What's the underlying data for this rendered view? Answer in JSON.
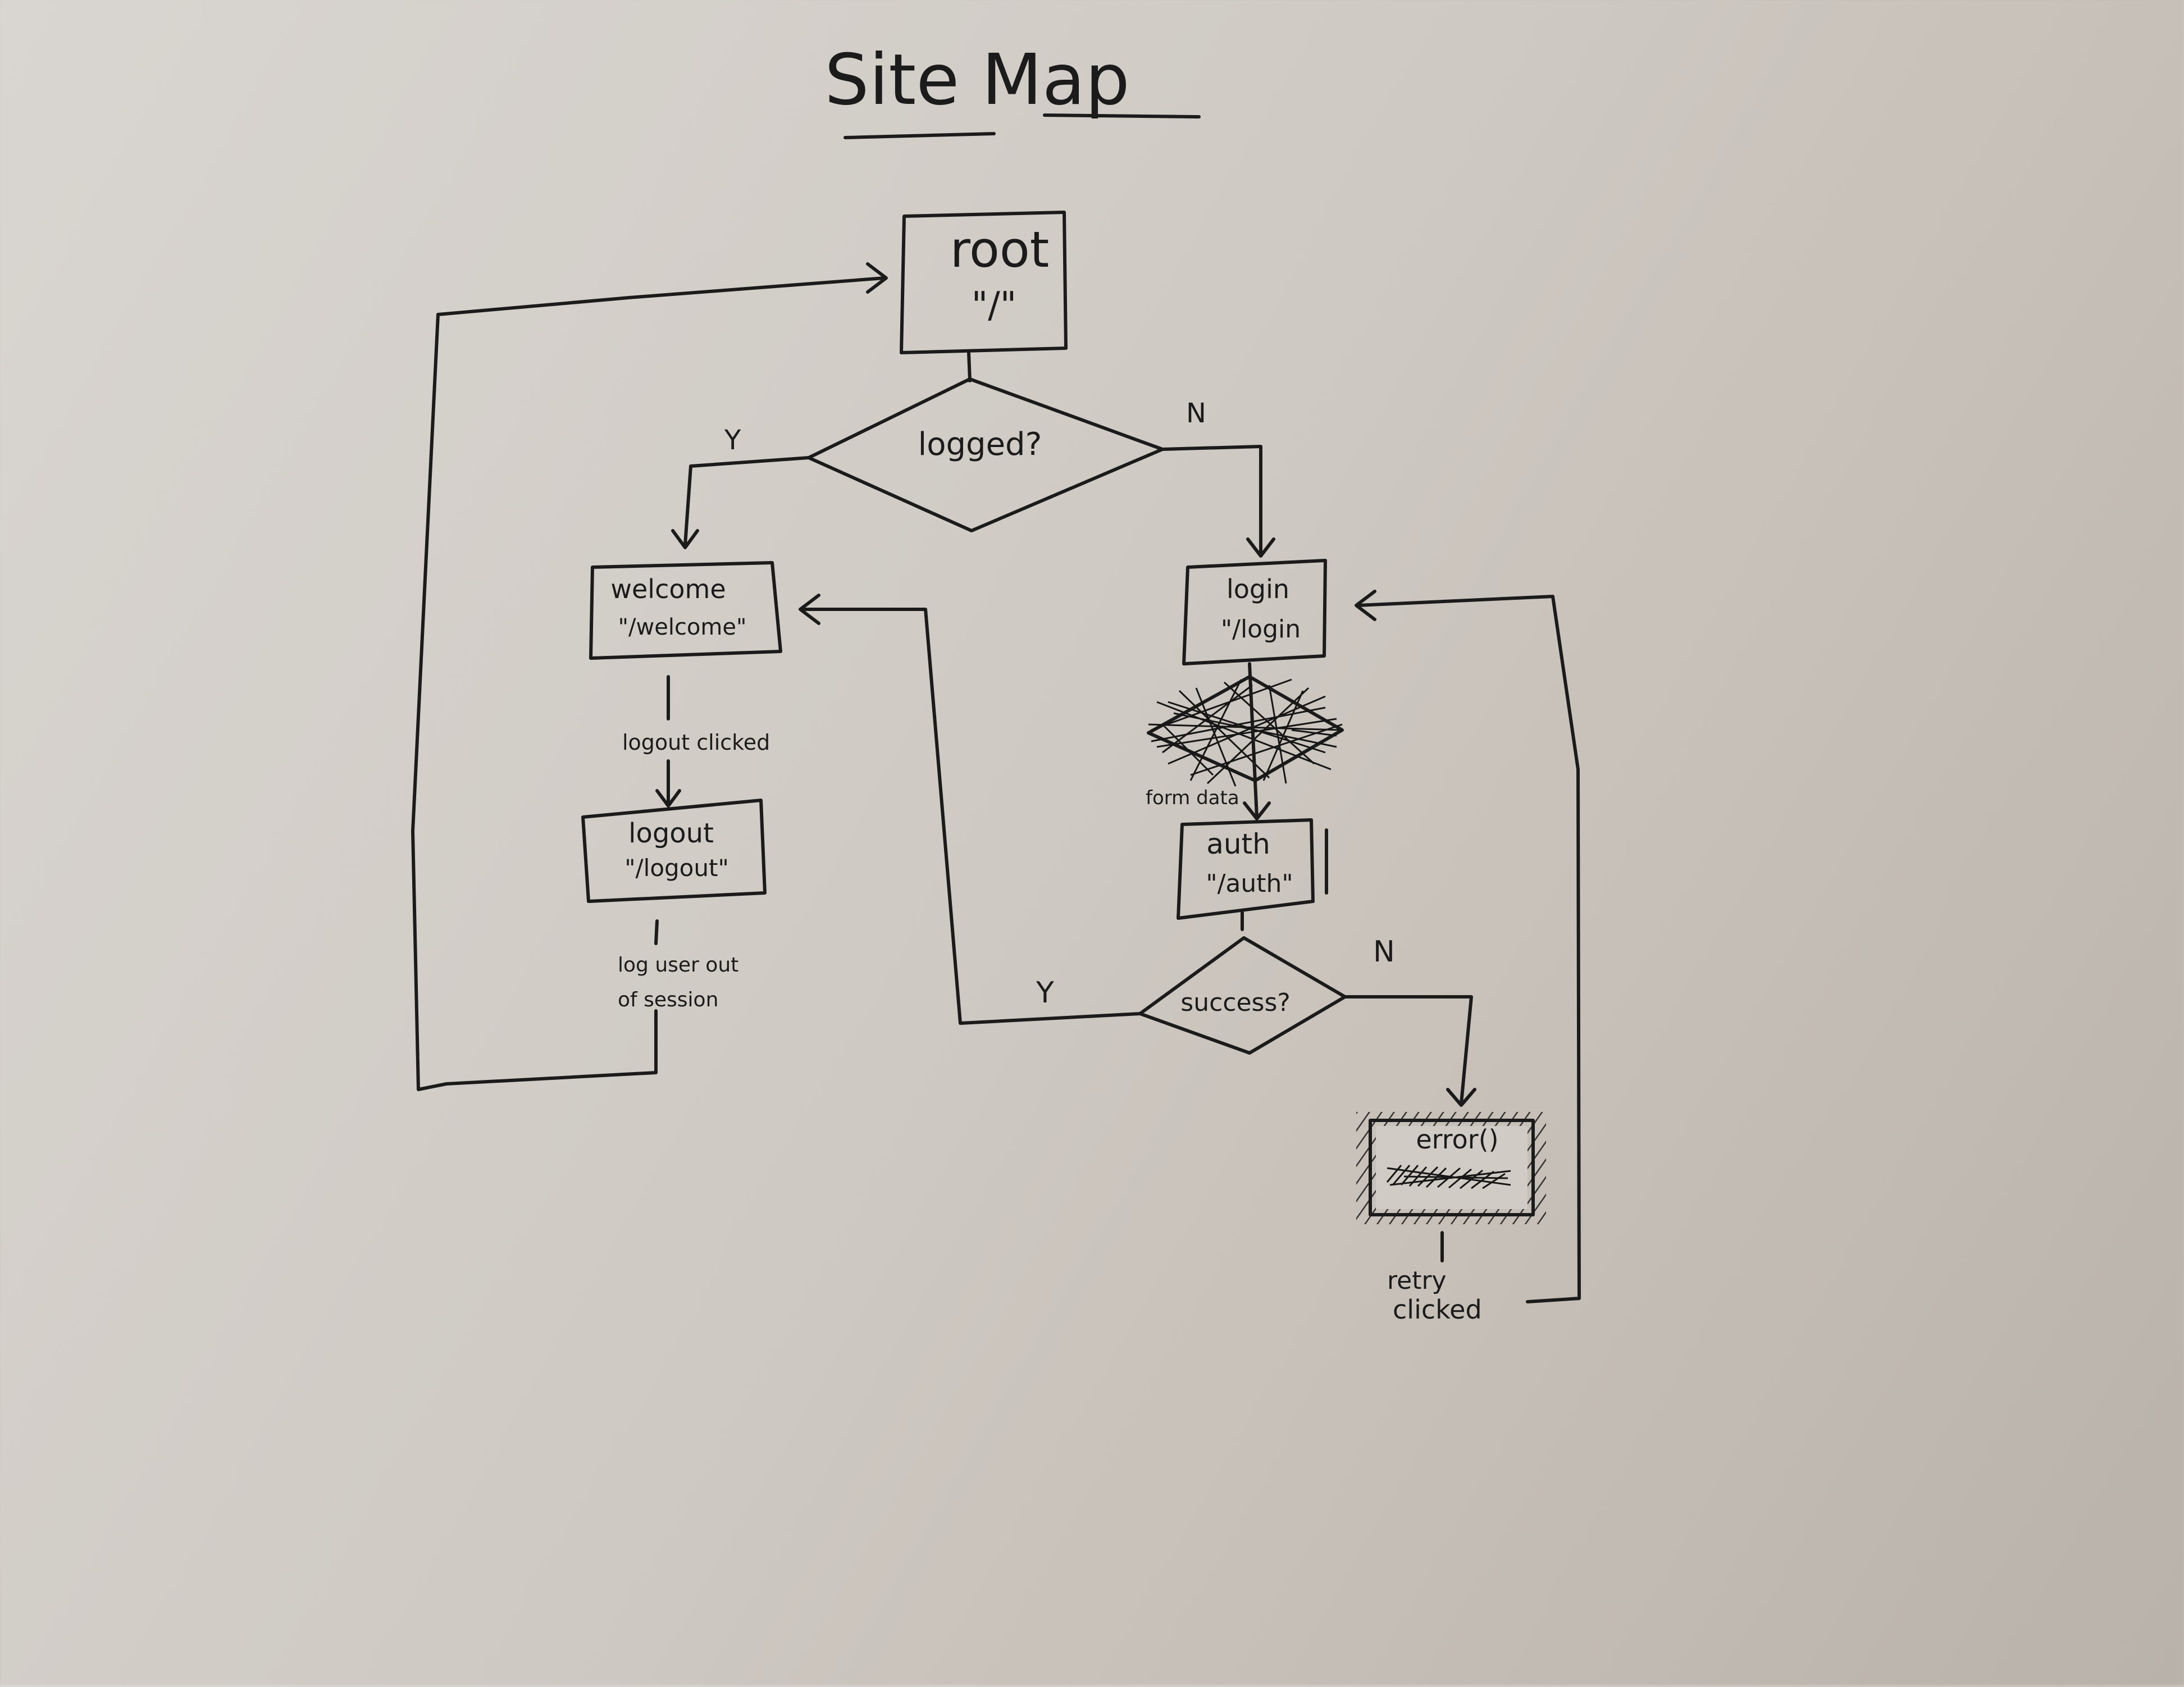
{
  "title": "Site Map",
  "nodes": {
    "root": {
      "name": "root",
      "path": "\"/\""
    },
    "logged_decision": {
      "label": "logged?"
    },
    "welcome": {
      "name": "welcome",
      "path": "\"/welcome\""
    },
    "logout": {
      "name": "logout",
      "path": "\"/logout\""
    },
    "login": {
      "name": "login",
      "path": "\"/login"
    },
    "auth": {
      "name": "auth",
      "path": "\"/auth\""
    },
    "success_decision": {
      "label": "success?"
    },
    "error": {
      "name": "error()"
    }
  },
  "edge_labels": {
    "logged_yes": "Y",
    "logged_no": "N",
    "success_yes": "Y",
    "success_no": "N",
    "logout_clicked": "logout clicked",
    "log_user_out_line1": "log user out",
    "log_user_out_line2": "of session",
    "form_data": "form data",
    "retry_line1": "retry",
    "retry_line2": "clicked"
  },
  "colors": {
    "ink": "#1b1b1b",
    "paper": "#d2cdc7"
  }
}
